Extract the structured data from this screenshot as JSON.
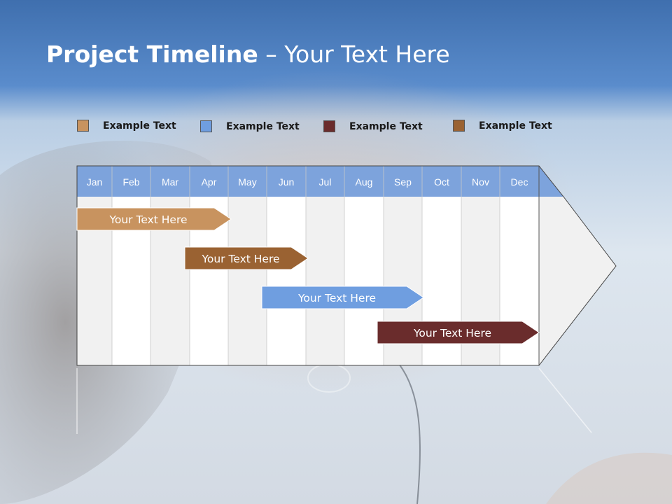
{
  "slide": {
    "title_bold": "Project Timeline",
    "title_rest": " – Your Text Here"
  },
  "legend": [
    {
      "label": "Example Text",
      "color": "#c8935f"
    },
    {
      "label": "Example Text",
      "color": "#6f9ee0"
    },
    {
      "label": "Example Text",
      "color": "#6a2c2c"
    },
    {
      "label": "Example Text",
      "color": "#9a6232"
    }
  ],
  "timeline": {
    "months": [
      "Jan",
      "Feb",
      "Mar",
      "Apr",
      "May",
      "Jun",
      "Jul",
      "Aug",
      "Sep",
      "Oct",
      "Nov",
      "Dec"
    ],
    "header_color": "#7da3dc",
    "tasks": [
      {
        "label": "Your  Text Here",
        "start_month": 1.0,
        "end_month": 4.0,
        "color": "#c8935f"
      },
      {
        "label": "Your  Text Here",
        "start_month": 3.8,
        "end_month": 6.0,
        "color": "#9a6232"
      },
      {
        "label": "Your  Text Here",
        "start_month": 5.8,
        "end_month": 9.0,
        "color": "#6f9ee0"
      },
      {
        "label": "Your  Text Here",
        "start_month": 8.8,
        "end_month": 12.0,
        "color": "#6a2c2c"
      }
    ]
  }
}
